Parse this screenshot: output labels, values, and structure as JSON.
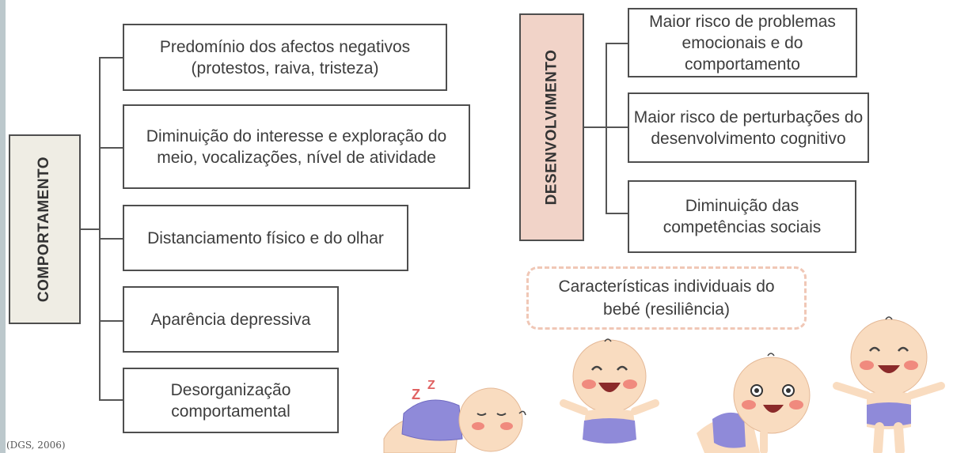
{
  "left_group": {
    "label": "COMPORTAMENTO",
    "label_bg": "#efede4",
    "items": [
      "Predomínio dos afectos negativos (protestos, raiva, tristeza)",
      "Diminuição do interesse e exploração do meio, vocalizações, nível de atividade",
      "Distanciamento físico e do olhar",
      "Aparência depressiva",
      "Desorganização comportamental"
    ]
  },
  "right_group": {
    "label": "DESENVOLVIMENTO",
    "label_bg": "#f1d3c8",
    "items": [
      "Maior risco de problemas emocionais e do comportamento",
      "Maior risco de perturbações do desenvolvimento cognitivo",
      "Diminuição das competências sociais"
    ]
  },
  "note": "Características individuais do bebé (resiliência)",
  "source": "(DGS, 2006)",
  "illustration": {
    "icon": "babies-illustration",
    "sleep_letters": "Z Z",
    "colors": {
      "skin": "#f9dcc0",
      "diaper": "#8f8ad9",
      "cheek": "#f08a7e"
    }
  }
}
